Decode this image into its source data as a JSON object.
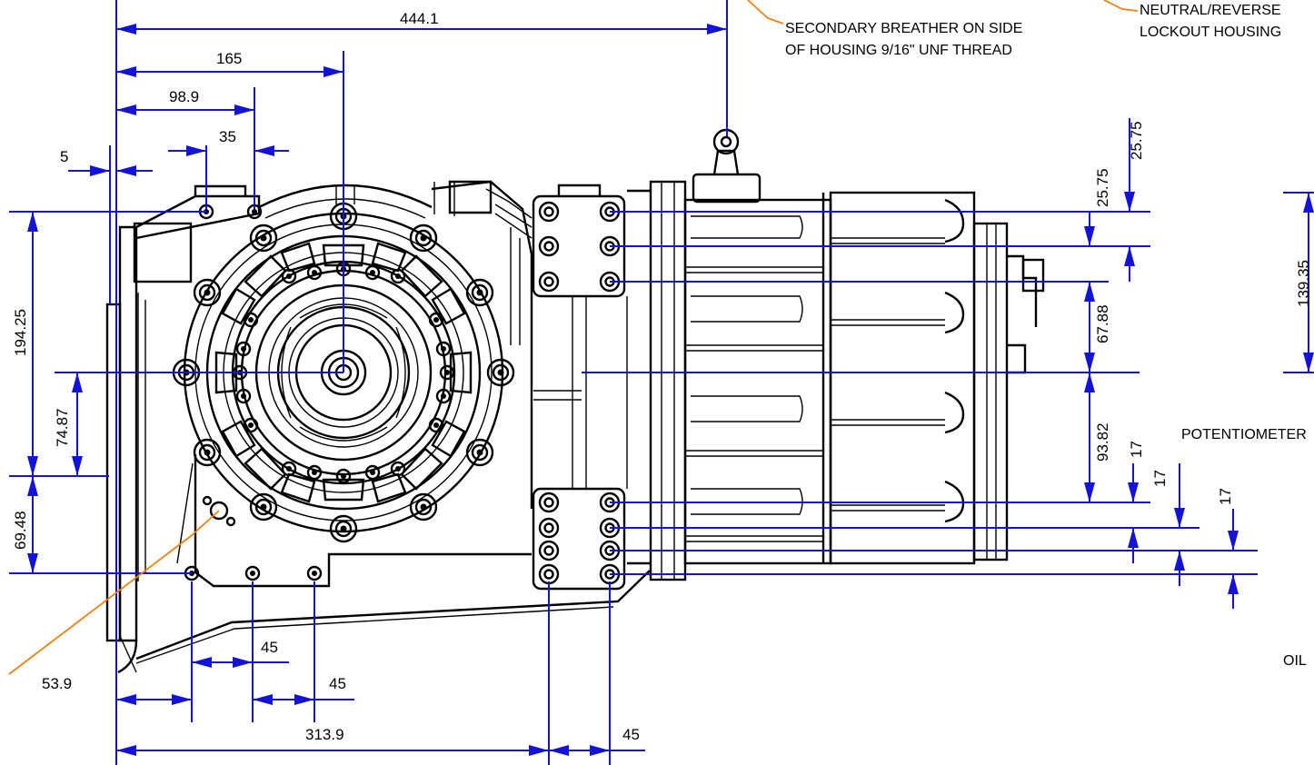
{
  "dimensions": {
    "overall_length": "444.1",
    "to_center": "165",
    "to_mount_hole_right": "98.9",
    "mount_hole_spacing_top": "35",
    "flange_offset": "5",
    "overall_height_left": "194.25",
    "center_to_lower": "74.87",
    "lower_to_base": "69.48",
    "base_hole_offset": "53.9",
    "base_hole_pitch_1": "45",
    "base_hole_pitch_2": "45",
    "to_rear_holes": "313.9",
    "rear_hole_pitch": "45",
    "right_top_1": "25.75",
    "right_top_2": "25.75",
    "right_upper_to_center": "67.88",
    "right_center_to_lower": "93.82",
    "right_lower_1": "17",
    "right_lower_2": "17",
    "right_lower_3": "17",
    "far_right": "139.35"
  },
  "callouts": {
    "breather_line1": "SECONDARY BREATHER ON SIDE",
    "breather_line2": "OF HOUSING 9/16\" UNF THREAD",
    "neutral_line1": "NEUTRAL/REVERSE",
    "neutral_line2": "LOCKOUT HOUSING",
    "potentiometer": "POTENTIOMETER",
    "oil": "OIL"
  },
  "colors": {
    "dimension_lines": "#1212d8",
    "leader_lines": "#f08010",
    "drawing_lines": "#000000"
  }
}
